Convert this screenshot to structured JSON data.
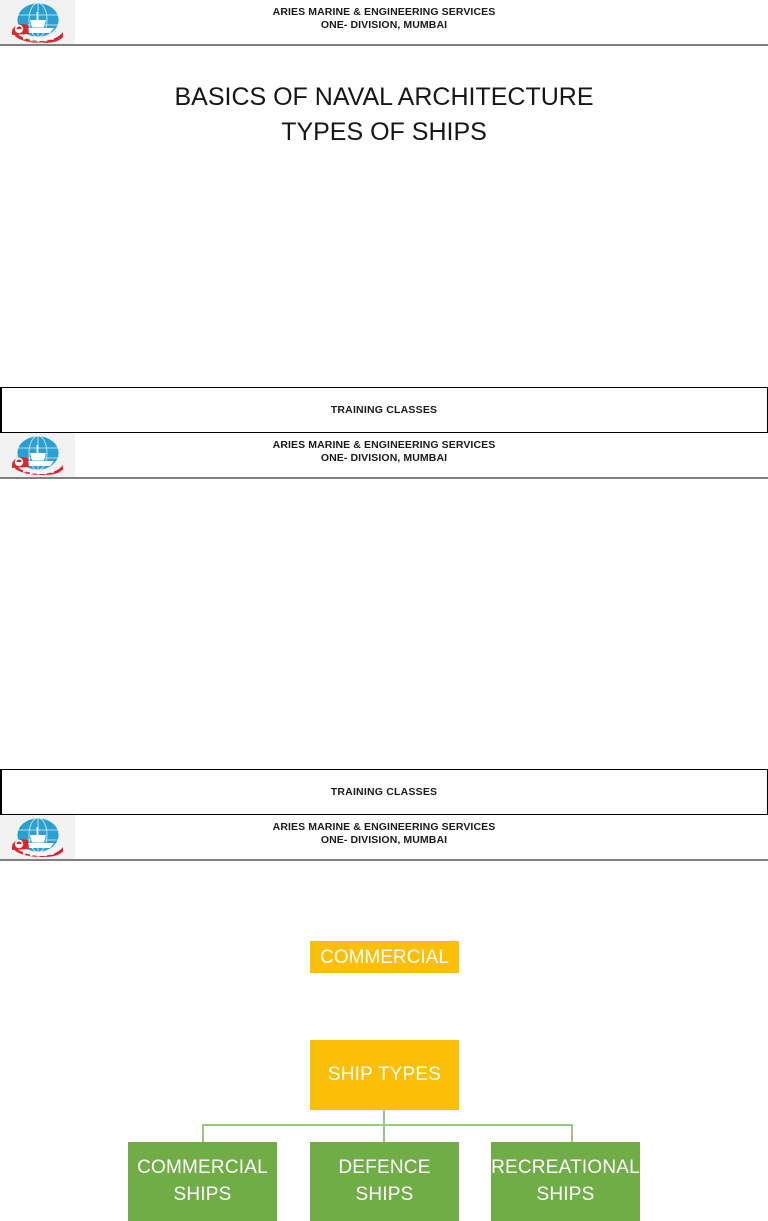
{
  "brand": {
    "line1": "ARIES MARINE & ENGINEERING SERVICES",
    "line2": "ONE- DIVISION, MUMBAI",
    "logo_name": "aries-globe-ship-logo"
  },
  "footer": {
    "training_label": "TRAINING CLASSES"
  },
  "slide1": {
    "title_line1": "BASICS OF NAVAL ARCHITECTURE",
    "title_line2": "TYPES OF SHIPS"
  },
  "slide2": {
    "chart_data": {
      "type": "diagram",
      "title": "Ship Types Hierarchy",
      "root": {
        "label_line1": "SHIP TYPES",
        "color": "#FCBF07"
      },
      "children": [
        {
          "label_line1": "COMMERCIAL",
          "label_line2": "SHIPS",
          "color": "#70AD47"
        },
        {
          "label_line1": "DEFENCE",
          "label_line2": "SHIPS",
          "color": "#70AD47"
        },
        {
          "label_line1": "RECREATIONAL",
          "label_line2": "SHIPS",
          "color": "#70AD47"
        }
      ],
      "connector_color": "#9ac77e"
    }
  },
  "slide3": {
    "partial_node": {
      "label_line1": "COMMERCIAL",
      "color": "#FCBF07"
    }
  },
  "colors": {
    "accent_gold": "#FCBF07",
    "accent_green": "#70AD47",
    "logo_blue": "#2a9fd0",
    "logo_red": "#d7282f",
    "rule_gray": "#808080"
  }
}
